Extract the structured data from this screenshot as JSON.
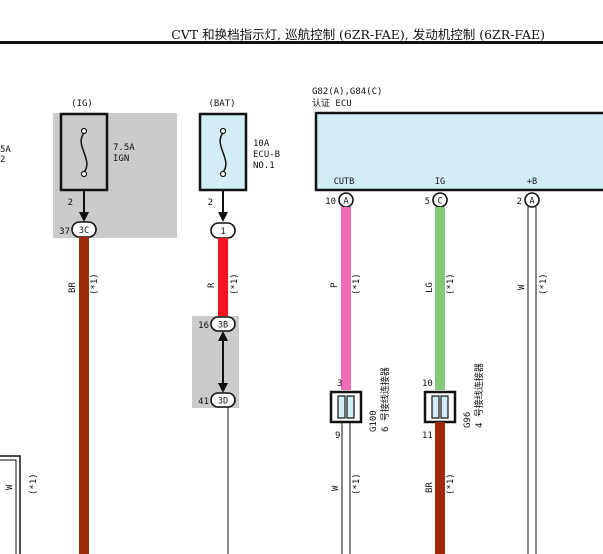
{
  "header": {
    "title": "CVT 和换档指示灯, 巡航控制 (6ZR-FAE), 发动机控制 (6ZR-FAE)"
  },
  "left_cut": {
    "line1": "5A",
    "line2": "2"
  },
  "fuse_ig": {
    "supply": "(IG)",
    "rating": "7.5A",
    "name": "IGN",
    "pin": "2",
    "connector_pin": "37",
    "connector": "3C",
    "wire_color": "BR",
    "note": "(*1)"
  },
  "fuse_bat": {
    "supply": "(BAT)",
    "rating": "10A",
    "name1": "ECU-B",
    "name2": "NO.1",
    "pin": "2",
    "connector": "1",
    "wire_color": "R",
    "note": "(*1)",
    "joint_top_pin": "16",
    "joint_top": "3B",
    "joint_bottom_pin": "41",
    "joint_bottom": "3D"
  },
  "ecu": {
    "code": "G82(A),G84(C)",
    "name": "认证 ECU",
    "pins": [
      {
        "label": "CUTB",
        "pin": "10",
        "conn": "A",
        "wire": "P",
        "note": "(*1)"
      },
      {
        "label": "IG",
        "pin": "5",
        "conn": "C",
        "wire": "LG",
        "note": "(*1)"
      },
      {
        "label": "+B",
        "pin": "2",
        "conn": "A",
        "wire": "W",
        "note": "(*1)"
      }
    ]
  },
  "junction_g100": {
    "code": "G100",
    "name": "6 号接线连接器",
    "pin_top": "3",
    "pin_bottom": "9",
    "wire_below": "W",
    "note": "(*1)"
  },
  "junction_g96": {
    "code": "G96",
    "name": "4 号接线连接器",
    "pin_top": "10",
    "pin_bottom": "11",
    "wire_below": "BR",
    "note": "(*1)"
  },
  "left_box": {
    "wire": "W",
    "note": "(*1)"
  },
  "colors": {
    "brown": "#9e2a0b",
    "red": "#f4141e",
    "pink": "#f06cb7",
    "green": "#83c97a",
    "fuse_fill": "#d2edf3",
    "gray": "#cbcbcb",
    "ecu_fill": "#d2edf3"
  }
}
